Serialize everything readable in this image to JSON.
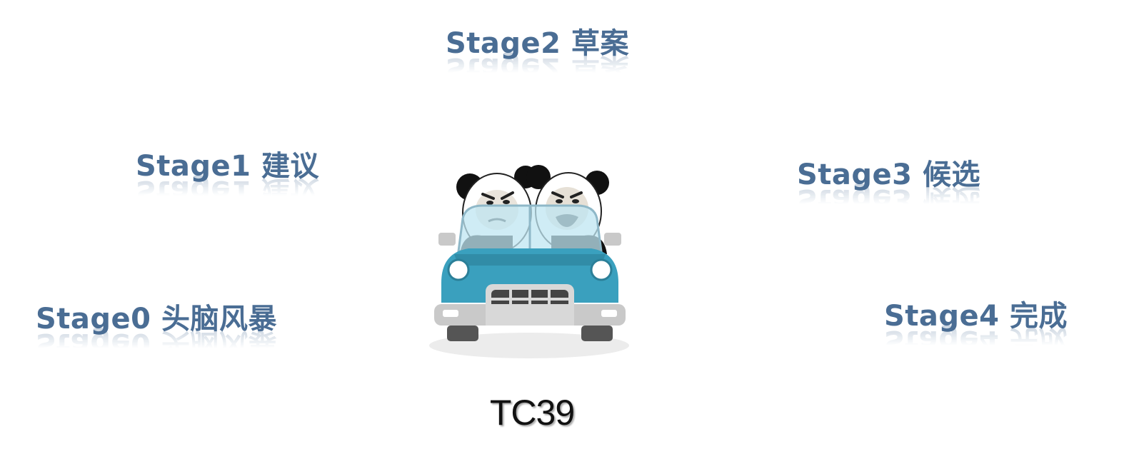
{
  "stages": [
    {
      "label": "Stage0 头脑风暴"
    },
    {
      "label": "Stage1 建议"
    },
    {
      "label": "Stage2 草案"
    },
    {
      "label": "Stage3 候选"
    },
    {
      "label": "Stage4 完成"
    }
  ],
  "center": {
    "label": "TC39",
    "icon": "car-with-pandas-icon"
  },
  "colors": {
    "stage_text": "#4a6d94",
    "car_body": "#3aa0be",
    "car_dark": "#2b7f98",
    "bumper": "#c9c9c9"
  }
}
